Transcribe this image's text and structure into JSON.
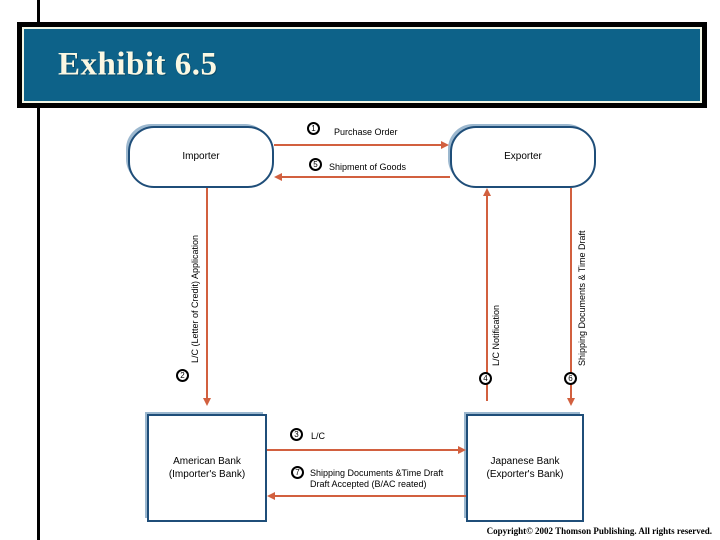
{
  "slide": {
    "title": "Exhibit 6.5",
    "copyright": "Copyright© 2002  Thomson Publishing. All rights reserved."
  },
  "colors": {
    "banner_background": "#0d6289",
    "banner_border": "#000000",
    "banner_inner_border": "#f3f7e6",
    "title_text": "#fbf8e3",
    "node_border": "#1f4e79",
    "node_shadow": "#9cb8cf",
    "arrow": "#d2603f",
    "badge_ring": "#000000",
    "rule": "#000000"
  },
  "nodes": [
    {
      "id": "importer",
      "label": "Importer",
      "shape": "pill"
    },
    {
      "id": "exporter",
      "label": "Exporter",
      "shape": "pill"
    },
    {
      "id": "american-bank",
      "label_line1": "American Bank",
      "label_line2": "(Importer's Bank)",
      "shape": "rect"
    },
    {
      "id": "japanese-bank",
      "label_line1": "Japanese Bank",
      "label_line2": "(Exporter's Bank)",
      "shape": "rect"
    }
  ],
  "flows": [
    {
      "step": "1",
      "label": "Purchase Order",
      "from": "importer",
      "to": "exporter",
      "direction": "right",
      "orientation": "horizontal"
    },
    {
      "step": "2",
      "label": "L/C (Letter of Credit) Application",
      "from": "importer",
      "to": "american-bank",
      "direction": "down",
      "orientation": "vertical"
    },
    {
      "step": "3",
      "label": "L/C",
      "from": "american-bank",
      "to": "japanese-bank",
      "direction": "right",
      "orientation": "horizontal"
    },
    {
      "step": "4",
      "label": "L/C Notification",
      "from": "japanese-bank",
      "to": "exporter",
      "direction": "up",
      "orientation": "vertical"
    },
    {
      "step": "5",
      "label": "Shipment of Goods",
      "from": "exporter",
      "to": "importer",
      "direction": "left",
      "orientation": "horizontal"
    },
    {
      "step": "6",
      "label": "Shipping Documents & Time Draft",
      "from": "exporter",
      "to": "japanese-bank",
      "direction": "down",
      "orientation": "vertical"
    },
    {
      "step": "7",
      "label_line1": "Shipping Documents &Time Draft",
      "label_line2": "Draft Accepted (B/AC reated)",
      "from": "japanese-bank",
      "to": "american-bank",
      "direction": "left",
      "orientation": "horizontal"
    }
  ]
}
